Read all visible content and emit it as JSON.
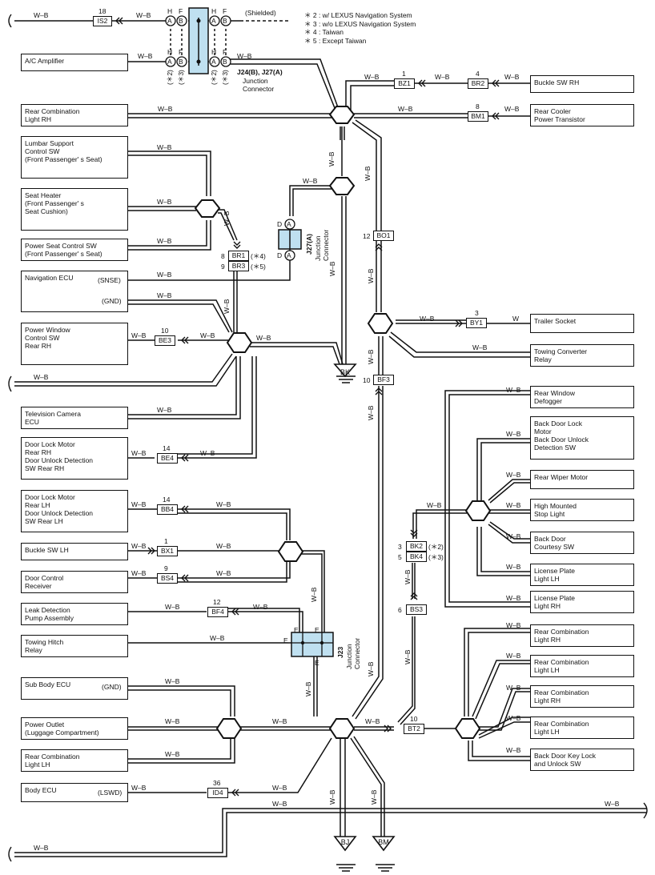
{
  "notes": {
    "n2": "＊ 2 : w/ LEXUS Navigation System",
    "n3": "＊ 3 : w/o LEXUS Navigation System",
    "n4": "＊ 4 : Taiwan",
    "n5": "＊ 5 : Except Taiwan"
  },
  "shielded": "(Shielded)",
  "wire": "W–B",
  "wire_w": "W",
  "connectors": {
    "j24": "J24(B), J27(A)",
    "j24_sub": "Junction\nConnector",
    "j27": "J27(A)",
    "j27_sub": "Junction\nConnector",
    "j23": "J23",
    "j23_sub": "Junction\nConnector"
  },
  "pins": {
    "H": "H",
    "F": "F",
    "A": "A",
    "B": "B",
    "D": "D",
    "E": "E",
    "s2": "(＊2)",
    "s3": "(＊3)",
    "s4": "(＊4)",
    "s5": "(＊5)"
  },
  "components": {
    "ac_amp": "A/C Amplifier",
    "rear_comb_rh_top": "Rear Combination\nLight RH",
    "lumbar": "Lumbar Support\nControl SW\n(Front Passenger' s Seat)",
    "seat_heater": "Seat Heater\n(Front Passenger' s\n Seat Cushion)",
    "power_seat": "Power Seat Control SW\n(Front Passenger' s Seat)",
    "nav_ecu": "Navigation ECU",
    "nav_snse": "(SNSE)",
    "nav_gnd": "(GND)",
    "pw_control": "Power Window\nControl SW\nRear RH",
    "tv_camera": "Television Camera\nECU",
    "door_lock_rh": "Door Lock Motor\nRear RH\nDoor Unlock Detection\nSW Rear RH",
    "door_lock_lh": "Door Lock Motor\nRear LH\nDoor Unlock Detection\nSW Rear LH",
    "buckle_lh": "Buckle SW LH",
    "door_ctrl_rcv": "Door Control\nReceiver",
    "leak_det": "Leak Detection\nPump Assembly",
    "tow_hitch": "Towing Hitch\nRelay",
    "sub_body_ecu": "Sub Body ECU",
    "sub_body_gnd": "(GND)",
    "power_outlet": "Power Outlet\n(Luggage Compartment)",
    "rear_comb_lh_bottom": "Rear Combination\nLight LH",
    "body_ecu": "Body ECU",
    "body_lswd": "(LSWD)",
    "buckle_rh": "Buckle SW RH",
    "rear_cooler": "Rear Cooler\nPower Transistor",
    "trailer_socket": "Trailer Socket",
    "towing_conv": "Towing Converter\nRelay",
    "rear_window_defog": "Rear Window\nDefogger",
    "back_door_lock": "Back Door Lock\nMotor\nBack Door Unlock\nDetection SW",
    "rear_wiper": "Rear Wiper Motor",
    "high_mounted": "High Mounted\nStop Light",
    "back_door_courtesy": "Back Door\nCourtesy SW",
    "license_lh": "License Plate\nLight LH",
    "license_rh": "License Plate\nLight RH",
    "rc_rh_1": "Rear Combination\nLight RH",
    "rc_lh_1": "Rear Combination\nLight LH",
    "rc_rh_2": "Rear Combination\nLight RH",
    "rc_lh_2": "Rear Combination\nLight LH",
    "back_door_key": "Back Door Key Lock\nand Unlock SW"
  },
  "tags": {
    "IS2": "IS2",
    "BZ1": "BZ1",
    "BR2": "BR2",
    "BM1": "BM1",
    "BR1": "BR1",
    "BR3": "BR3",
    "BO1": "BO1",
    "BE3": "BE3",
    "BY1": "BY1",
    "BF3": "BF3",
    "BE4": "BE4",
    "BB4": "BB4",
    "BX1": "BX1",
    "BS4": "BS4",
    "BF4": "BF4",
    "BK2": "BK2",
    "BK4": "BK4",
    "BS3": "BS3",
    "BT2": "BT2",
    "ID4": "ID4"
  },
  "tag_nums": {
    "IS2": "18",
    "BZ1": "1",
    "BR2": "4",
    "BM1": "8",
    "BR1": "8",
    "BR3": "9",
    "BO1": "12",
    "BE3": "10",
    "BY1": "3",
    "BF3": "10",
    "BE4": "14",
    "BB4": "14",
    "BX1": "1",
    "BS4": "9",
    "BF4": "12",
    "BK2": "3",
    "BK4": "5",
    "BS3": "6",
    "BT2": "10",
    "ID4": "36"
  },
  "grounds": {
    "BK": "BK",
    "BJ": "BJ",
    "BM": "BM"
  }
}
